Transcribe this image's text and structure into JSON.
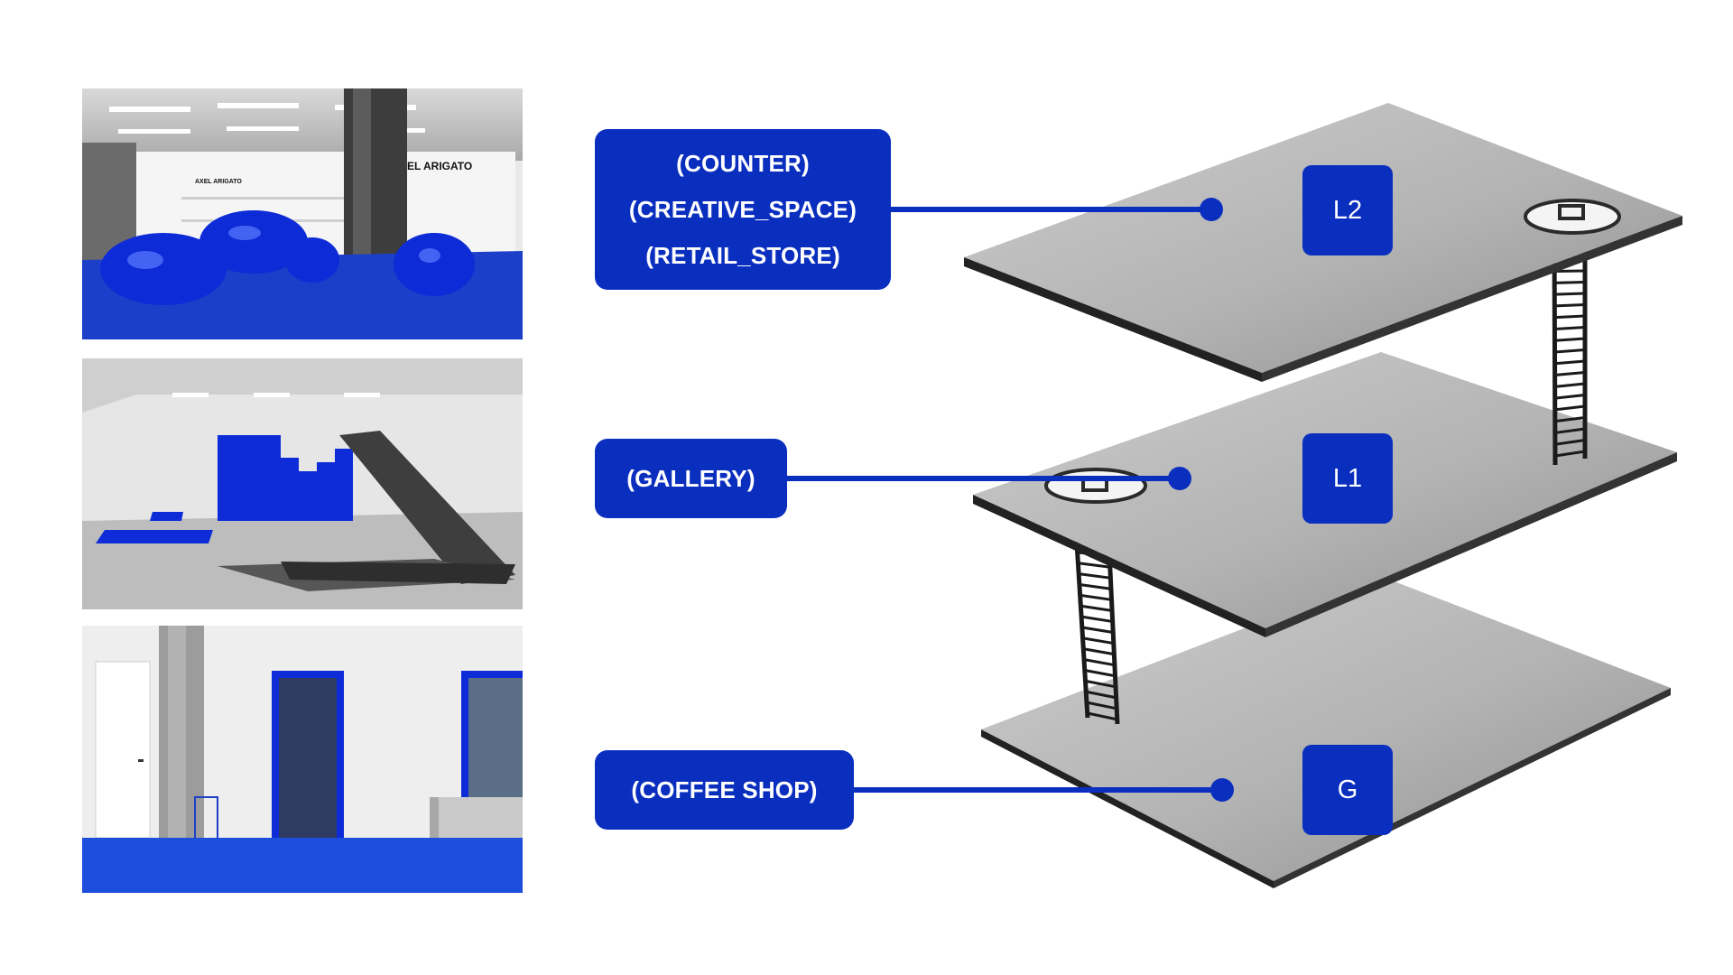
{
  "levels": [
    {
      "badge": "L2",
      "functions": [
        "(COUNTER)",
        "(CREATIVE_SPACE)",
        "(RETAIL_STORE)"
      ]
    },
    {
      "badge": "L1",
      "functions": [
        "(GALLERY)"
      ]
    },
    {
      "badge": "G",
      "functions": [
        "(COFFEE SHOP)"
      ]
    }
  ],
  "photos": {
    "retail": {
      "sign_left": "AXEL ARIGATO",
      "sign_right": "EL ARIGATO"
    }
  },
  "colors": {
    "accent": "#0a2fbf",
    "floor": "#b9b9b9",
    "ladder": "#1a1a1a"
  }
}
